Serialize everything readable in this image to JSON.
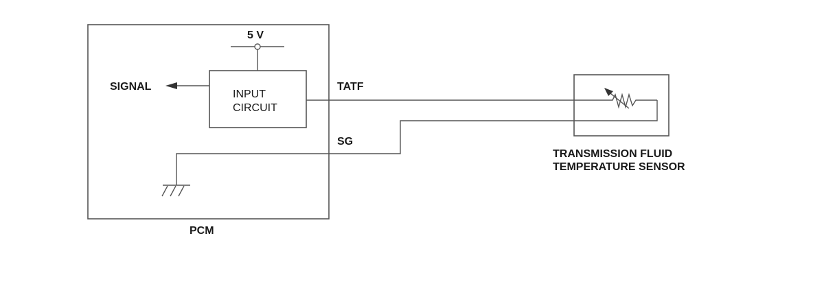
{
  "labels": {
    "voltage": "5 V",
    "signal": "SIGNAL",
    "input_circuit_line1": "INPUT",
    "input_circuit_line2": "CIRCUIT",
    "tatf": "TATF",
    "sg": "SG",
    "pcm": "PCM",
    "sensor_line1": "TRANSMISSION FLUID",
    "sensor_line2": "TEMPERATURE SENSOR"
  },
  "colors": {
    "line": "#555555",
    "text": "#1a1a1a",
    "background": "#ffffff"
  },
  "icons": [
    "ground-icon",
    "thermistor-icon",
    "arrow-left-icon",
    "terminal-circle-icon"
  ]
}
